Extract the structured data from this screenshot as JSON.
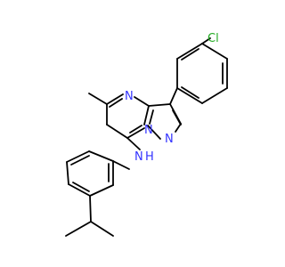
{
  "diagram_type": "skeletal chemical structure",
  "colors": {
    "background": "#ffffff",
    "bond": "#000000",
    "nitrogen": "#3333ff",
    "chlorine": "#22aa22"
  },
  "atom_labels": {
    "chlorine": "Cl",
    "n_pyrimidine": "N",
    "n_pyrazole_bridge": "N",
    "n_pyrazole": "N",
    "amine_n": "N",
    "amine_h": "H"
  }
}
